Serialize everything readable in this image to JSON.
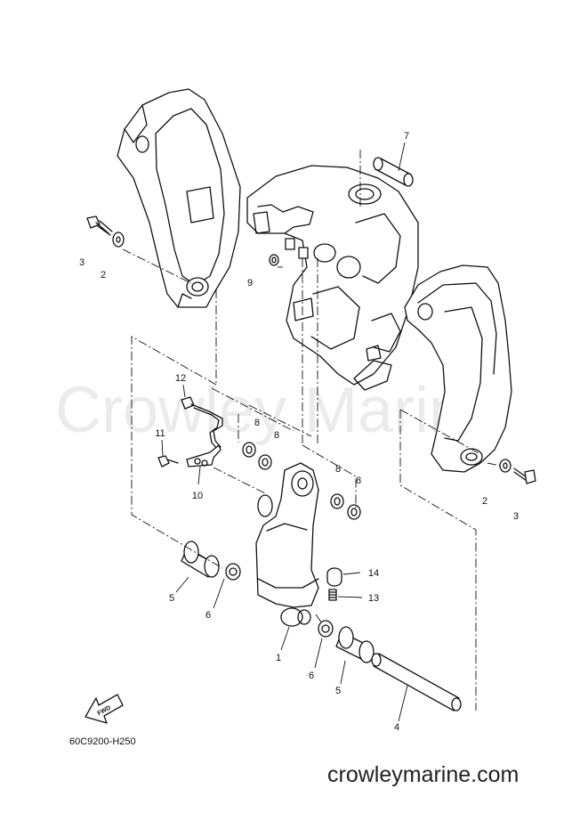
{
  "watermark": "Crowley Marine",
  "footer_url": "crowleymarine.com",
  "diagram_code": "60C9200-H250",
  "fwd_label": "FWD",
  "callouts": [
    {
      "id": "c1",
      "label": "1"
    },
    {
      "id": "c2a",
      "label": "2"
    },
    {
      "id": "c2b",
      "label": "2"
    },
    {
      "id": "c3a",
      "label": "3"
    },
    {
      "id": "c3b",
      "label": "3"
    },
    {
      "id": "c4",
      "label": "4"
    },
    {
      "id": "c5a",
      "label": "5"
    },
    {
      "id": "c5b",
      "label": "5"
    },
    {
      "id": "c6a",
      "label": "6"
    },
    {
      "id": "c6b",
      "label": "6"
    },
    {
      "id": "c7",
      "label": "7"
    },
    {
      "id": "c8a",
      "label": "8"
    },
    {
      "id": "c8b",
      "label": "8"
    },
    {
      "id": "c8c",
      "label": "8"
    },
    {
      "id": "c8d",
      "label": "8"
    },
    {
      "id": "c9",
      "label": "9"
    },
    {
      "id": "c10",
      "label": "10"
    },
    {
      "id": "c11",
      "label": "11"
    },
    {
      "id": "c12",
      "label": "12"
    },
    {
      "id": "c13",
      "label": "13"
    },
    {
      "id": "c14",
      "label": "14"
    }
  ]
}
